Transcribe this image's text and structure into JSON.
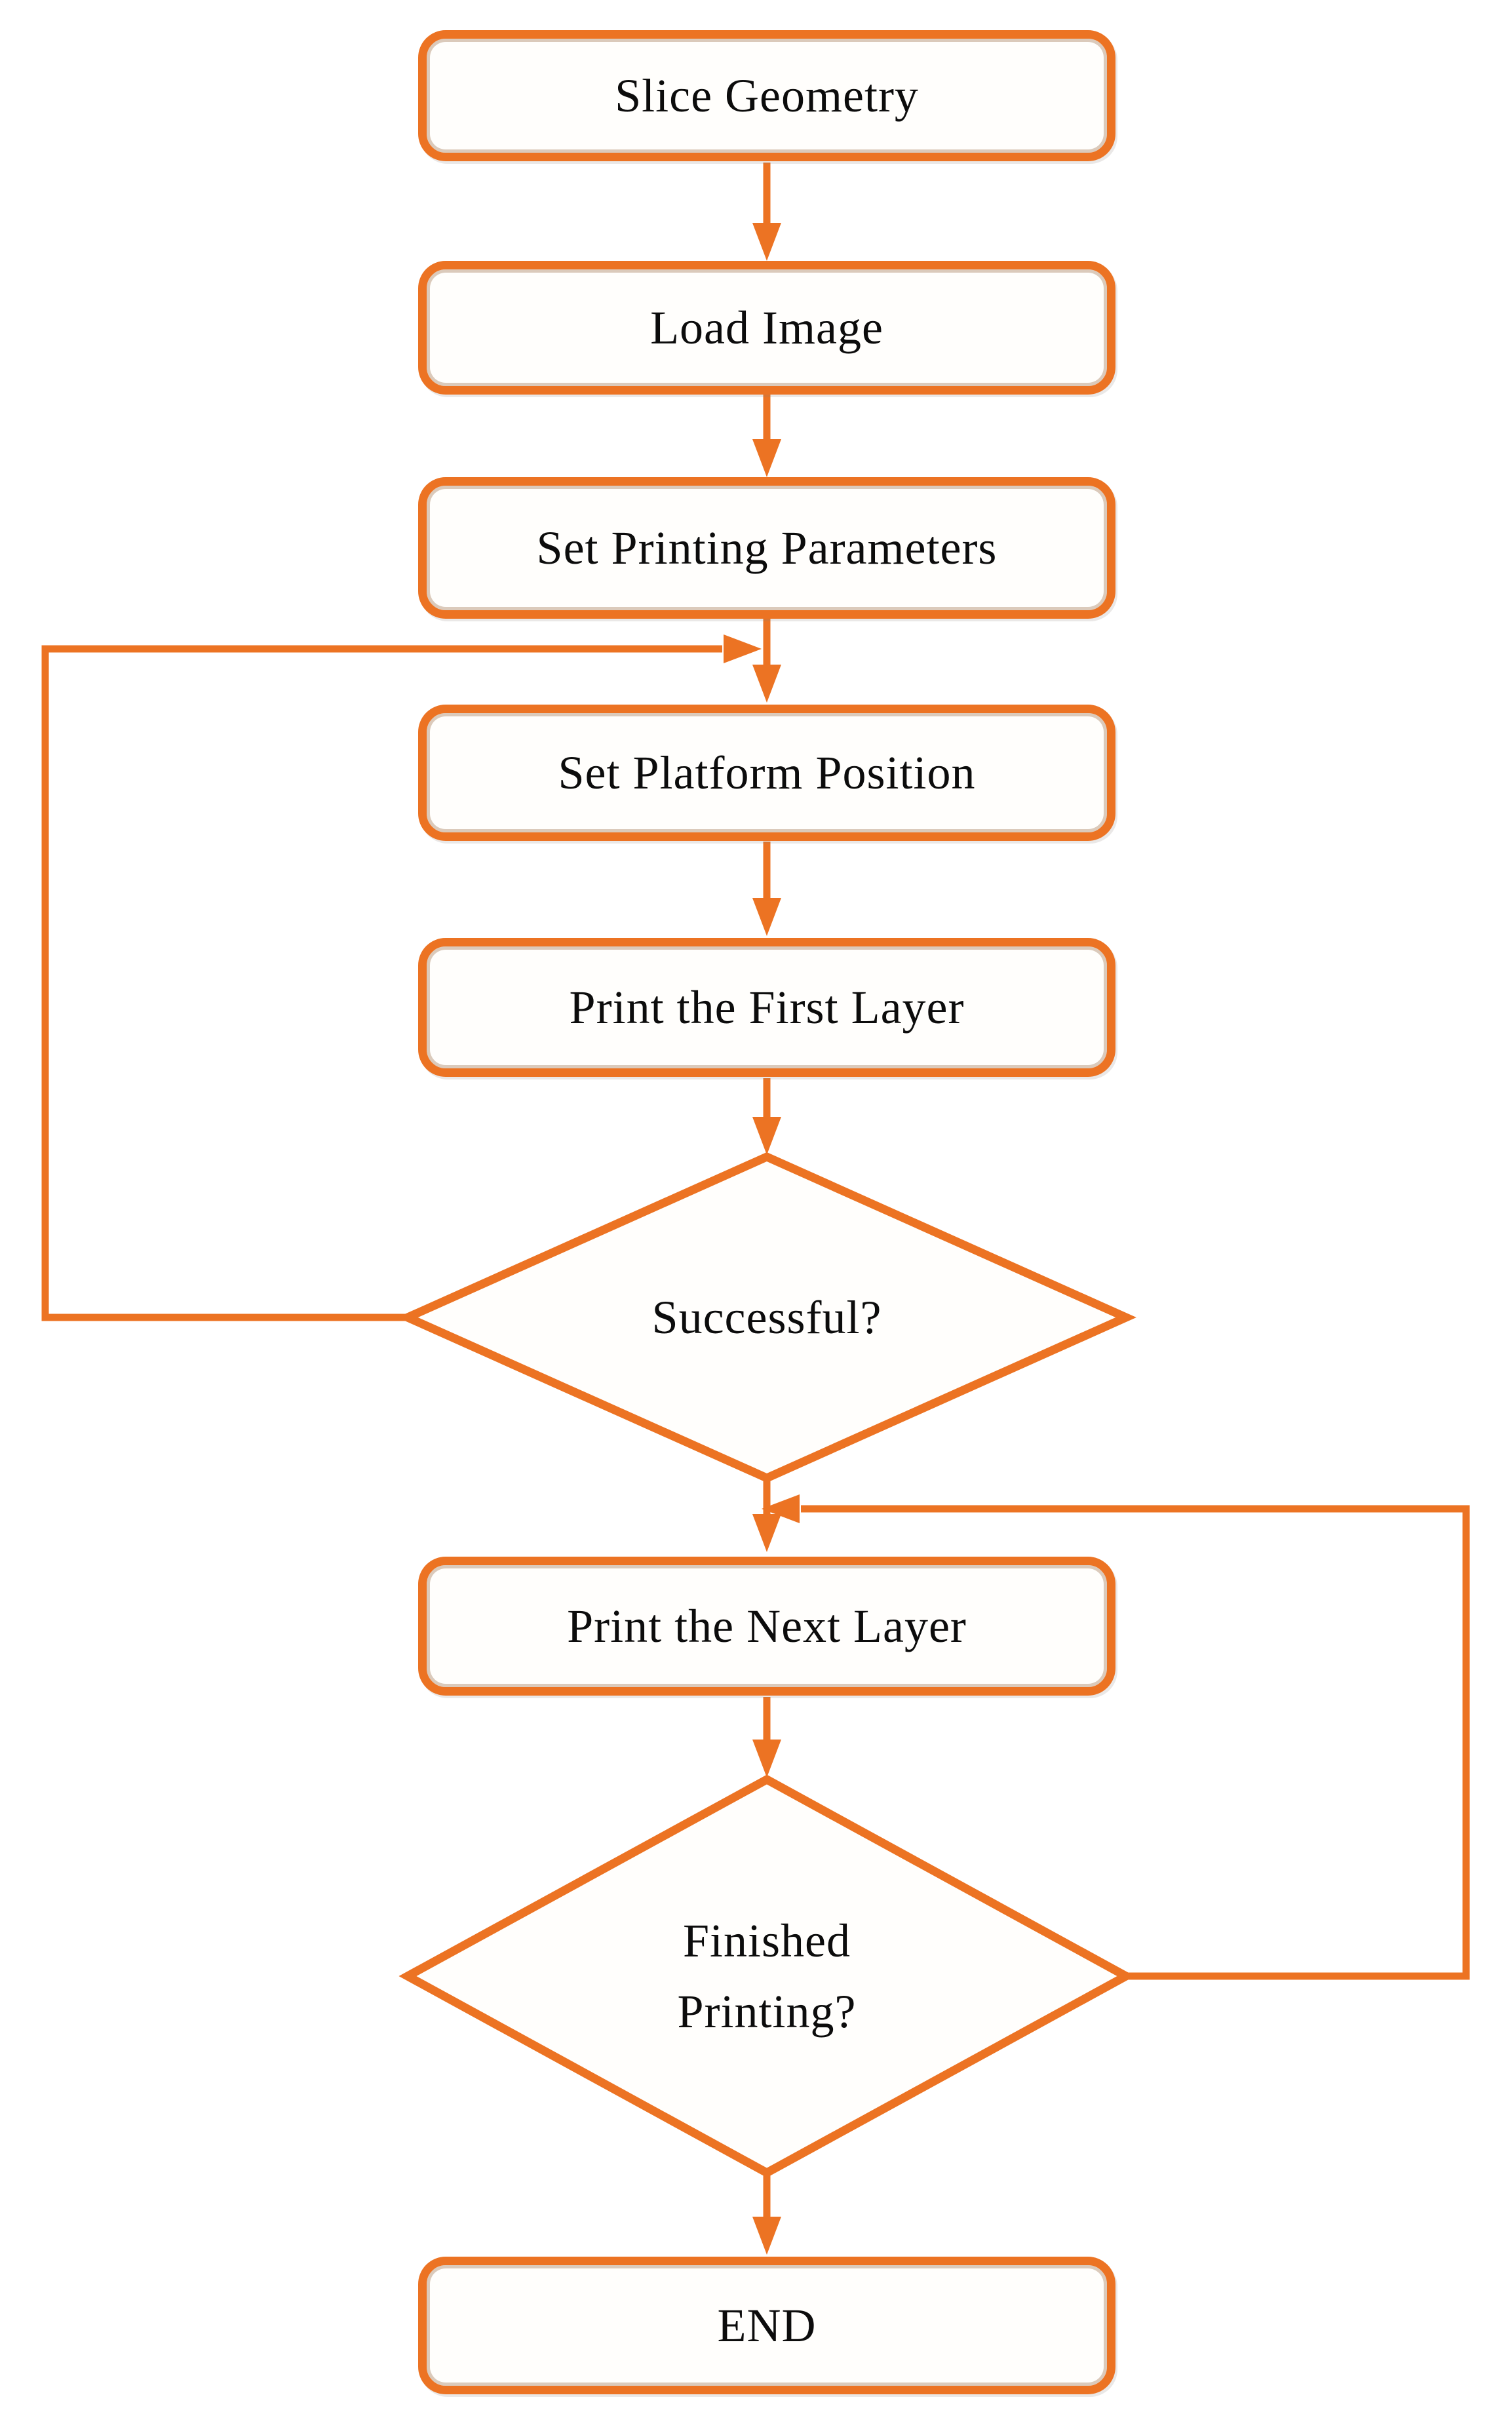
{
  "flowchart": {
    "accent_color": "#EC7323",
    "text_color": "#0c0c0c",
    "background_color": "#ffffff",
    "nodes": {
      "slice_geometry": {
        "type": "process",
        "label": "Slice Geometry"
      },
      "load_image": {
        "type": "process",
        "label": "Load Image"
      },
      "set_printing_parameters": {
        "type": "process",
        "label": "Set Printing Parameters"
      },
      "set_platform_position": {
        "type": "process",
        "label": "Set Platform Position"
      },
      "print_first_layer": {
        "type": "process",
        "label": "Print the First Layer"
      },
      "successful": {
        "type": "decision",
        "label": "Successful?"
      },
      "print_next_layer": {
        "type": "process",
        "label": "Print the Next Layer"
      },
      "finished_printing": {
        "type": "decision",
        "label": "Finished Printing?"
      },
      "end": {
        "type": "terminator",
        "label": "END"
      }
    },
    "edges": [
      {
        "from": "slice_geometry",
        "to": "load_image"
      },
      {
        "from": "load_image",
        "to": "set_printing_parameters"
      },
      {
        "from": "set_printing_parameters",
        "to": "set_platform_position"
      },
      {
        "from": "set_platform_position",
        "to": "print_first_layer"
      },
      {
        "from": "print_first_layer",
        "to": "successful"
      },
      {
        "from": "successful",
        "to": "set_platform_position",
        "branch": "feedback-left"
      },
      {
        "from": "successful",
        "to": "print_next_layer"
      },
      {
        "from": "print_next_layer",
        "to": "finished_printing"
      },
      {
        "from": "finished_printing",
        "to": "print_next_layer",
        "branch": "feedback-right"
      },
      {
        "from": "finished_printing",
        "to": "end"
      }
    ]
  }
}
